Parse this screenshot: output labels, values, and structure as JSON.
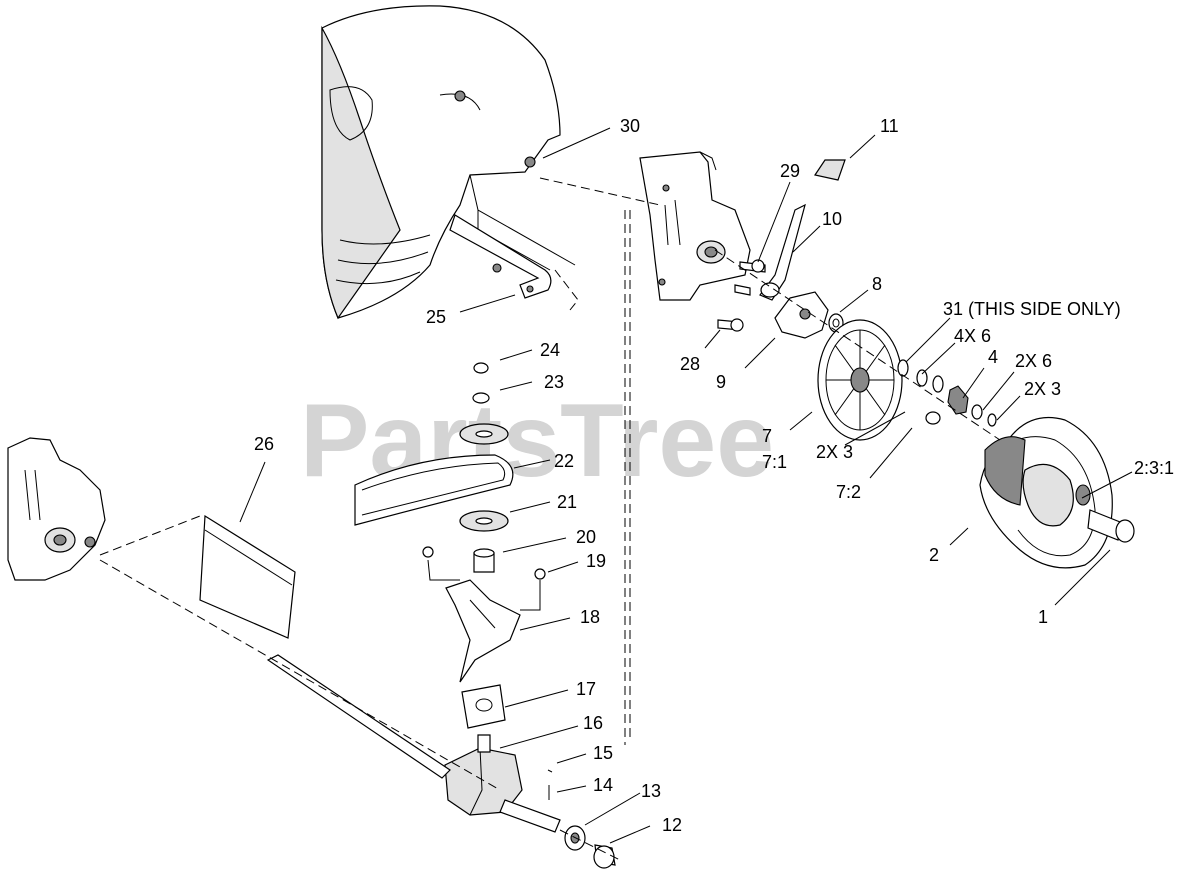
{
  "watermark": "PartsTree",
  "callouts": {
    "c30": "30",
    "c11": "11",
    "c29": "29",
    "c10": "10",
    "c8": "8",
    "c31": "31 (THIS SIDE ONLY)",
    "c4x6": "4X 6",
    "c4": "4",
    "c2x6": "2X 6",
    "c2x3a": "2X 3",
    "c2x3b": "2X 3",
    "c25": "25",
    "c28": "28",
    "c9": "9",
    "c24": "24",
    "c23": "23",
    "c26": "26",
    "c22": "22",
    "c21": "21",
    "c20": "20",
    "c19": "19",
    "c18": "18",
    "c7": "7",
    "c7_1": "7:1",
    "c7_2": "7:2",
    "c2_3_1": "2:3:1",
    "c2": "2",
    "c1": "1",
    "c17": "17",
    "c16": "16",
    "c15": "15",
    "c14": "14",
    "c13": "13",
    "c12": "12"
  }
}
